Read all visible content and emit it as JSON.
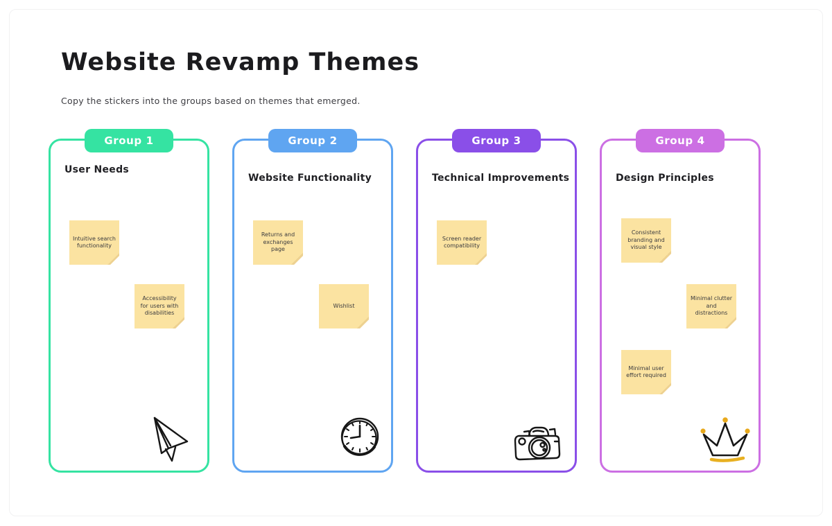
{
  "page": {
    "title": "Website Revamp Themes",
    "subtitle": "Copy the stickers into the groups based on themes that emerged."
  },
  "groups": [
    {
      "tab": "Group 1",
      "label": "User Needs",
      "color": "#35E3A2",
      "icon": "paper-plane-icon",
      "stickies": [
        {
          "text": "Intuitive search functionality"
        },
        {
          "text": "Accessibility for users with disabilities"
        }
      ]
    },
    {
      "tab": "Group 2",
      "label": "Website Functionality",
      "color": "#5FA5F1",
      "icon": "clock-icon",
      "stickies": [
        {
          "text": "Returns and exchanges page"
        },
        {
          "text": "Wishlist"
        }
      ]
    },
    {
      "tab": "Group 3",
      "label": "Technical Improvements",
      "color": "#8A4FE8",
      "icon": "camera-icon",
      "stickies": [
        {
          "text": "Screen reader compatibility"
        }
      ]
    },
    {
      "tab": "Group 4",
      "label": "Design Principles",
      "color": "#CC6FE3",
      "icon": "crown-icon",
      "stickies": [
        {
          "text": "Consistent branding and visual style"
        },
        {
          "text": "Minimal clutter and distractions"
        },
        {
          "text": "Minimal user effort required"
        }
      ]
    }
  ],
  "sticky_style": {
    "background": "#FBE3A1",
    "fold": "#EDD191"
  },
  "crown_accent": "#E8A91C"
}
